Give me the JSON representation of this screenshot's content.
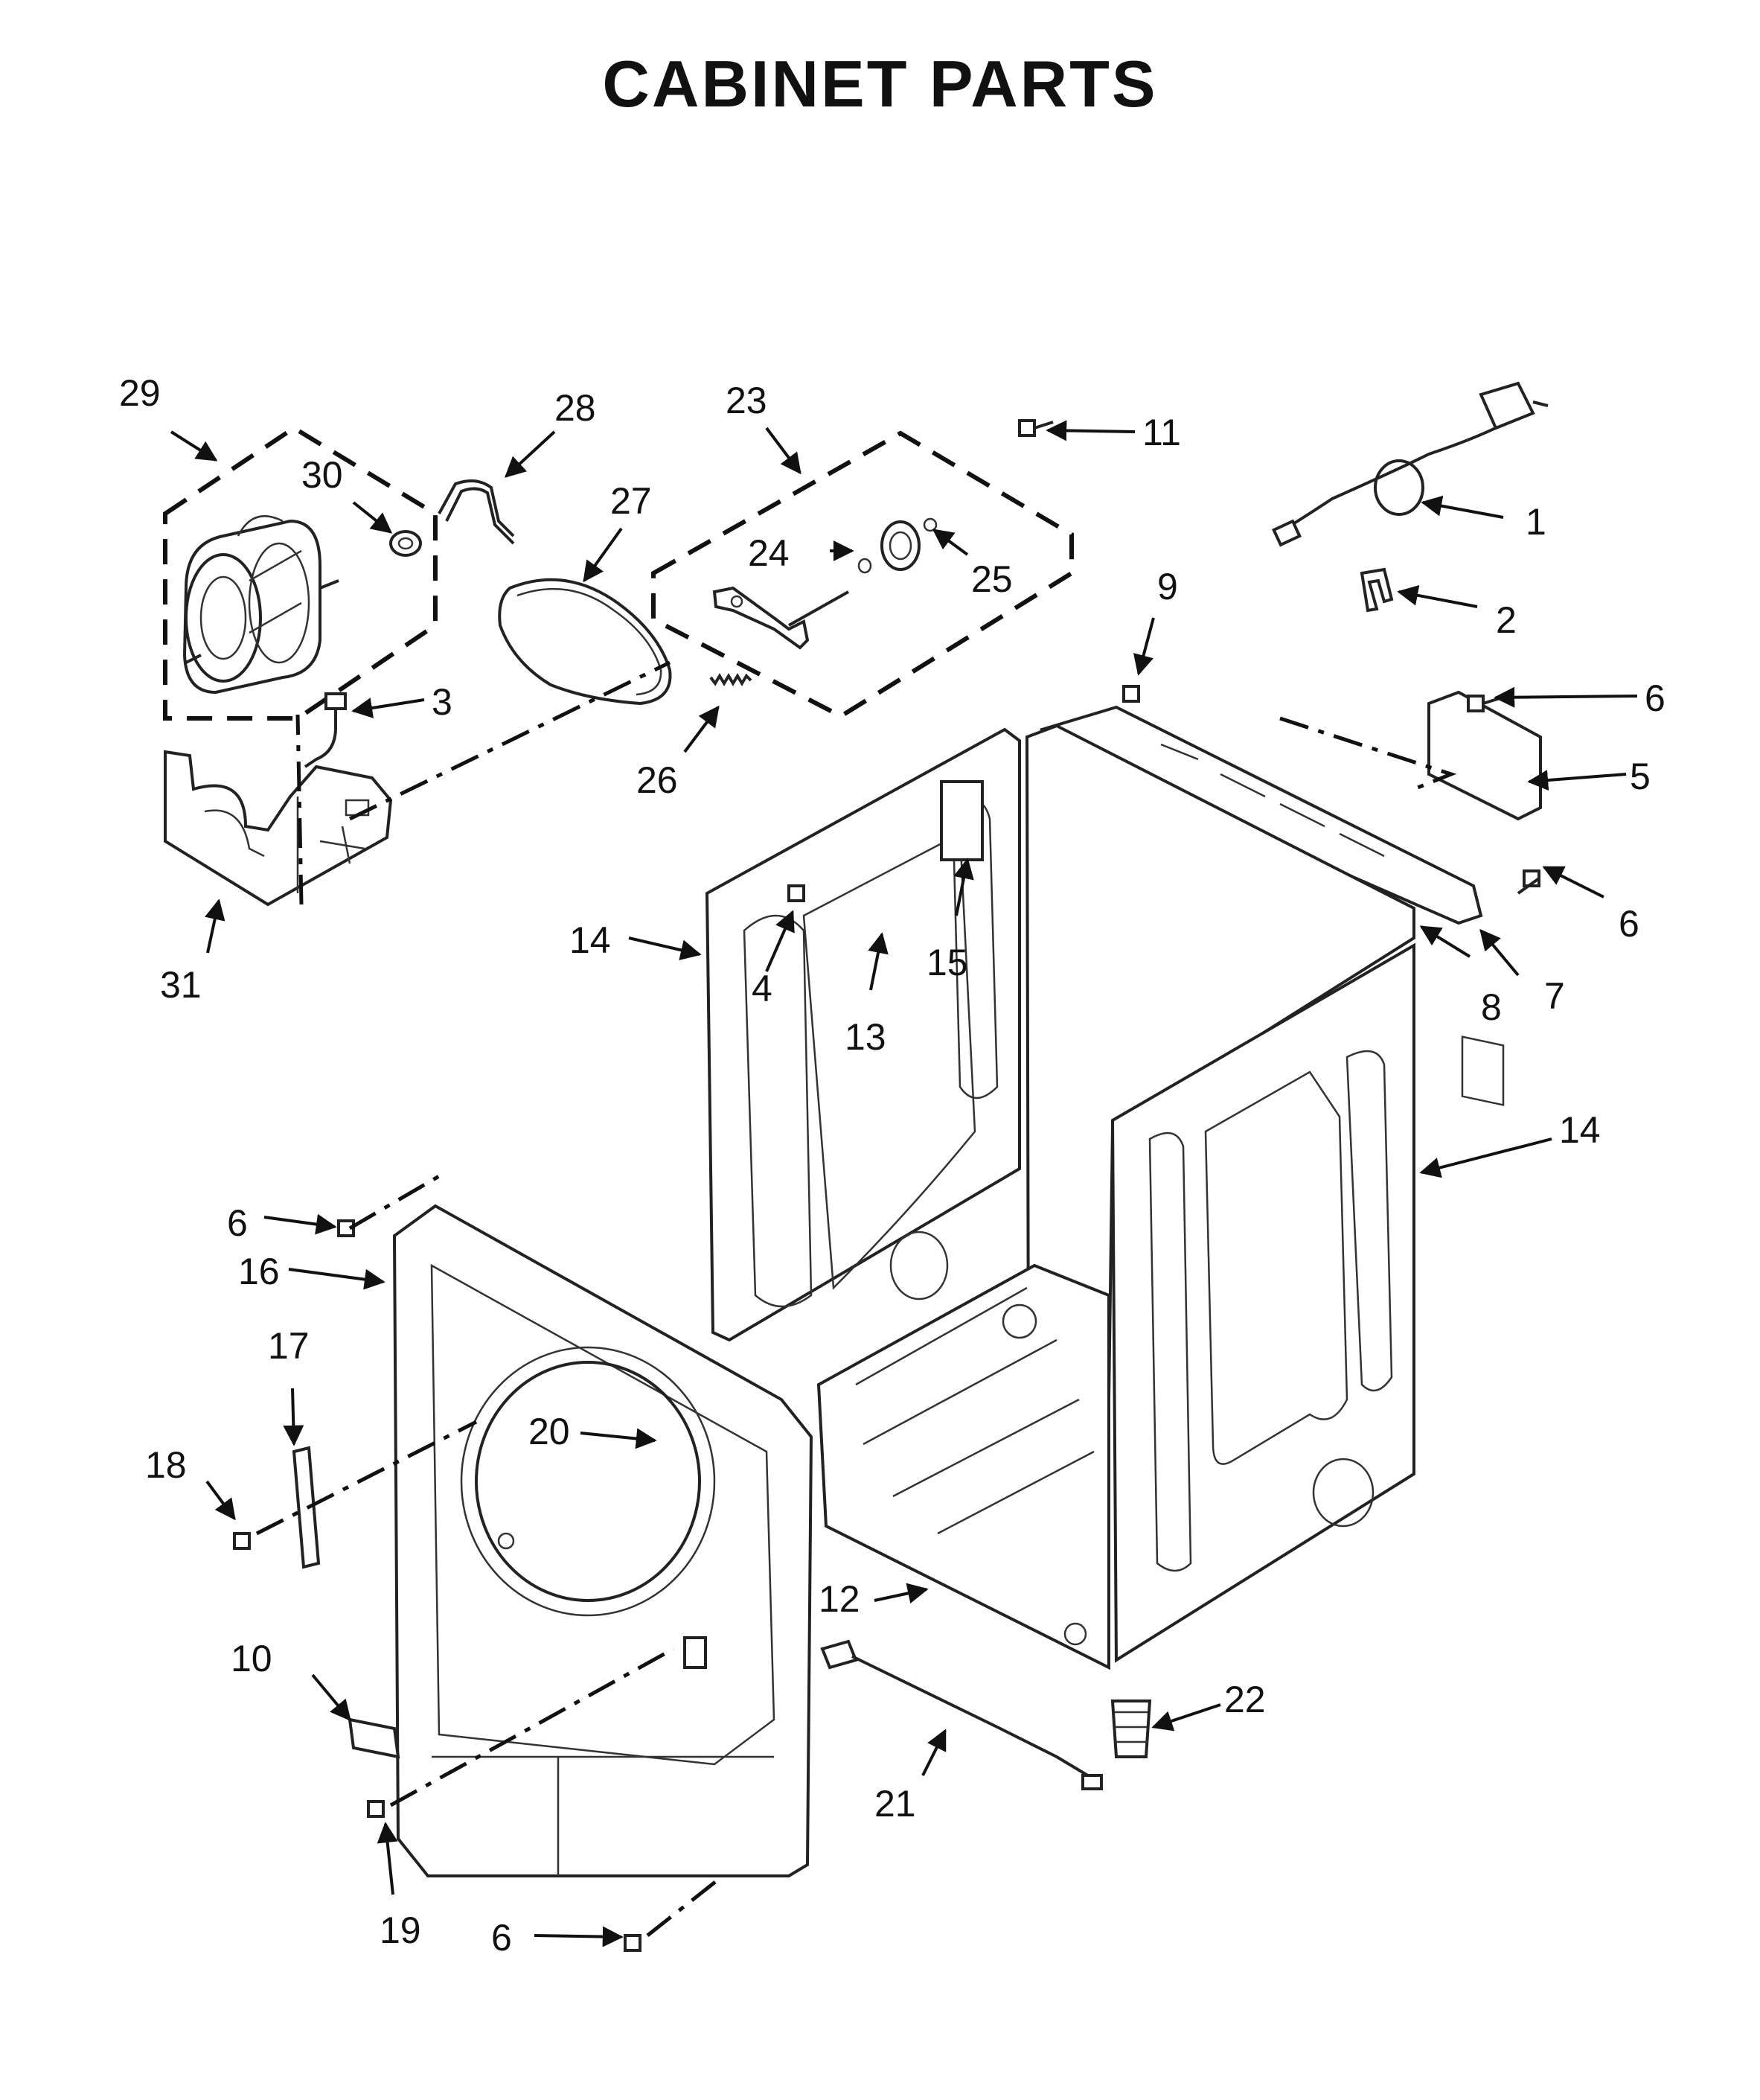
{
  "title": "CABINET PARTS",
  "callouts": {
    "c1": "1",
    "c2": "2",
    "c3": "3",
    "c4": "4",
    "c5": "5",
    "c6a": "6",
    "c6b": "6",
    "c6c": "6",
    "c6d": "6",
    "c7": "7",
    "c8": "8",
    "c9": "9",
    "c10": "10",
    "c11": "11",
    "c12": "12",
    "c13": "13",
    "c14a": "14",
    "c14b": "14",
    "c15": "15",
    "c16": "16",
    "c17": "17",
    "c18": "18",
    "c19": "19",
    "c20": "20",
    "c21": "21",
    "c22": "22",
    "c23": "23",
    "c24": "24",
    "c25": "25",
    "c26": "26",
    "c27": "27",
    "c28": "28",
    "c29": "29",
    "c30": "30",
    "c31": "31"
  }
}
